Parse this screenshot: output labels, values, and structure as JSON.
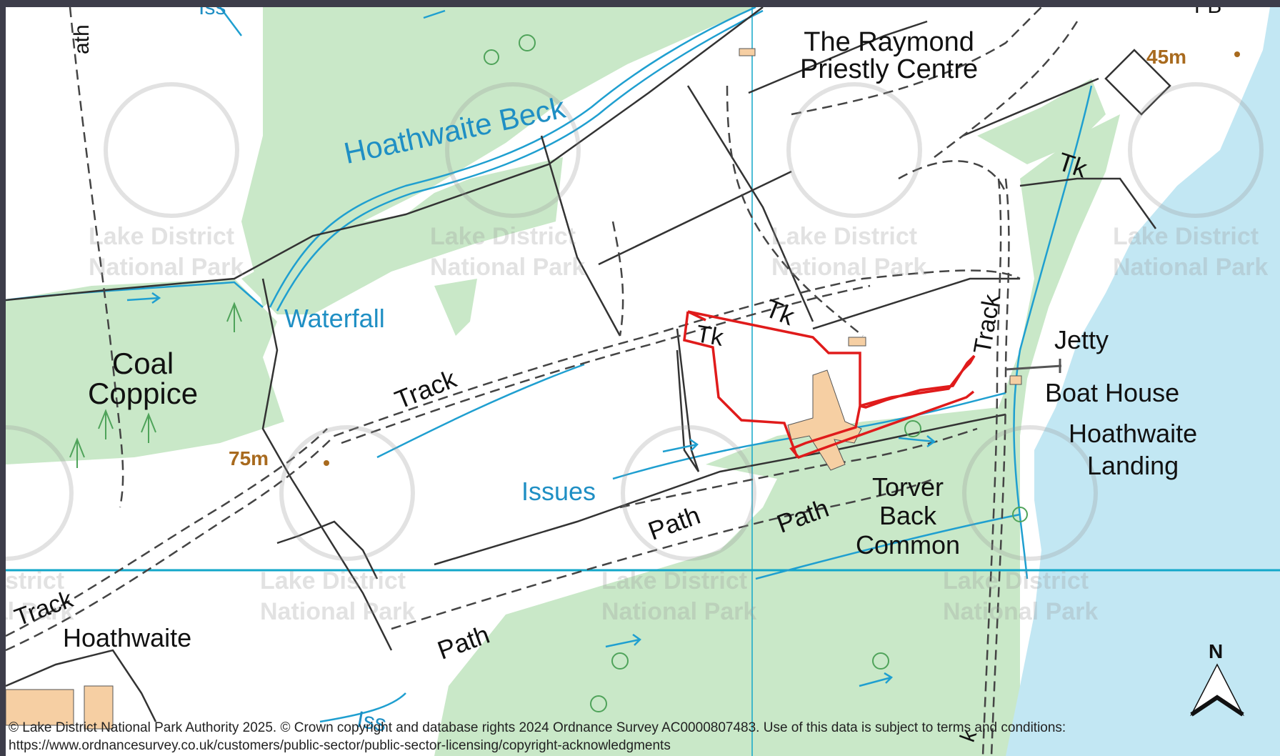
{
  "labels": {
    "raymond_priestly": "The Raymond\nPriestly Centre",
    "hoathwaite_beck": "Hoathwaite  Beck",
    "waterfall": "Waterfall",
    "coal_coppice": "Coal\nCoppice",
    "track_mid": "Track",
    "track_right": "Track",
    "track_bottom": "Track",
    "tk_top": "Tk",
    "tk_parcel": "Tk",
    "tk_right": "Tk",
    "jetty": "Jetty",
    "boat_house": "Boat House",
    "hoathwaite_landing": "Hoathwaite\nLanding",
    "issues_mid": "Issues",
    "issues_bottom": "Iss",
    "iss_top": "Iss",
    "path_1": "Path",
    "path_2": "Path",
    "path_3": "Path",
    "torver_back_common": "Torver\nBack\nCommon",
    "hoathwaite": "Hoathwaite",
    "path_top_left": "ath",
    "fb_top": "FB",
    "track_cut": "k"
  },
  "heights": {
    "spot_75": "75m",
    "spot_45": "45m"
  },
  "watermark": "Lake District\nNational Park",
  "north_label": "N",
  "copyright": "© Lake District National Park Authority 2025.  © Crown copyright and database rights 2024 Ordnance Survey AC0000807483. Use of this data is subject to terms and conditions:\nhttps://www.ordnancesurvey.co.uk/customers/public-sector/public-sector-licensing/copyright-acknowledgments",
  "colors": {
    "woodland": "#c9e8c8",
    "water": "#c2e7f3",
    "stream": "#1f9fd0",
    "boundary": "#333333",
    "site_outline": "#e01b1b",
    "building": "#f6cfa3",
    "grid_line": "#12a7c9"
  }
}
